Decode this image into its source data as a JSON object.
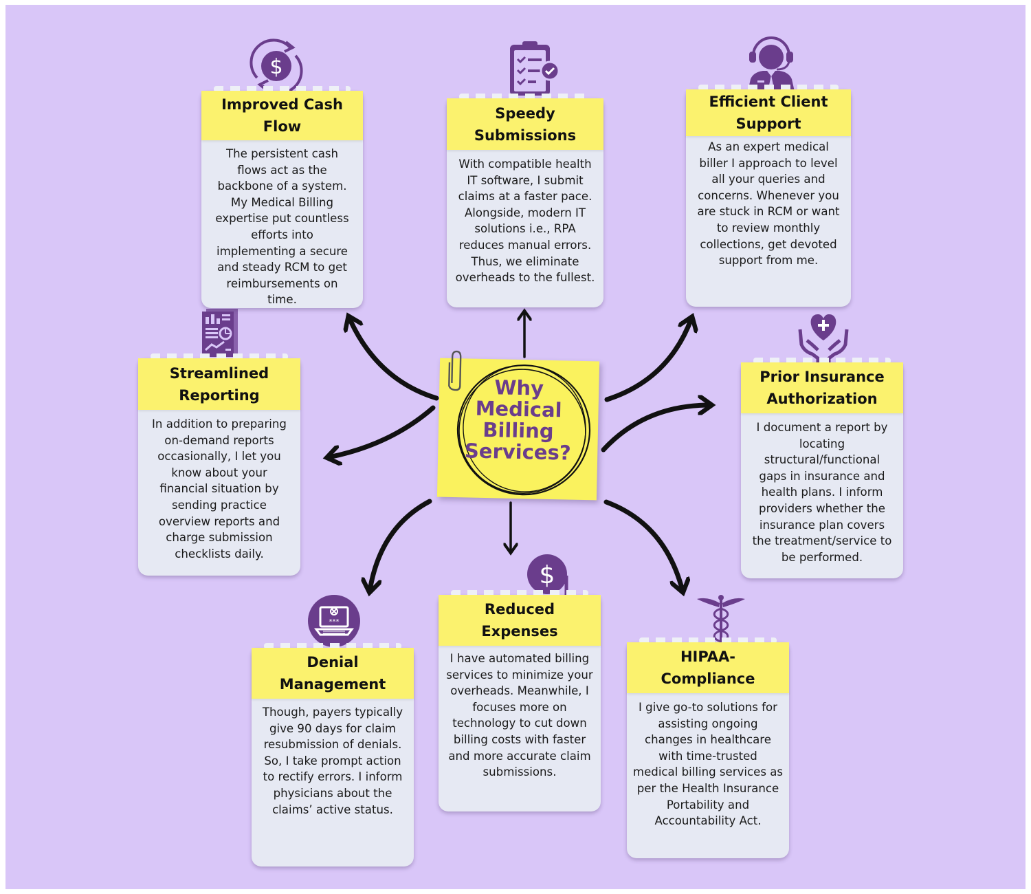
{
  "colors": {
    "background": "#d9c6f8",
    "card_body": "#e6e9f3",
    "card_header": "#fbf26e",
    "icon_purple": "#6a3d8c",
    "center_note": "#faf25e",
    "center_text": "#6a3d8c",
    "arrow": "#111111"
  },
  "center": {
    "title_lines": [
      "Why",
      "Medical",
      "Billing",
      "Services?"
    ]
  },
  "cards": [
    {
      "id": "improved-cash-flow",
      "icon": "dollar-cycle-icon",
      "title_lines": [
        "Improved Cash",
        "Flow"
      ],
      "body_lines": [
        "The persistent cash",
        "flows act as the",
        "backbone of a system.",
        "My Medical Billing",
        "expertise put countless",
        "efforts into",
        "implementing a secure",
        "and steady RCM to get",
        "reimbursements on",
        "time."
      ]
    },
    {
      "id": "speedy-submissions",
      "icon": "clipboard-check-icon",
      "title_lines": [
        "Speedy",
        "Submissions"
      ],
      "body_lines": [
        "With compatible health",
        "IT software, I submit",
        "claims at a faster pace.",
        "Alongside, modern IT",
        "solutions i.e., RPA",
        "reduces manual errors.",
        "Thus, we eliminate",
        "overheads to the fullest."
      ]
    },
    {
      "id": "efficient-client-support",
      "icon": "headset-agent-icon",
      "title_lines": [
        "Efficient Client",
        "Support"
      ],
      "body_lines": [
        "As an expert medical",
        "biller I approach to level",
        "all your queries and",
        "concerns. Whenever you",
        "are stuck in RCM or want",
        "to review monthly",
        "collections, get devoted",
        "support from me."
      ]
    },
    {
      "id": "streamlined-reporting",
      "icon": "report-chart-icon",
      "title_lines": [
        "Streamlined",
        "Reporting"
      ],
      "body_lines": [
        "In addition to preparing",
        "on-demand reports",
        "occasionally, I let you",
        "know about your",
        "financial situation by",
        "sending practice",
        "overview reports and",
        "charge submission",
        "checklists daily."
      ]
    },
    {
      "id": "prior-insurance-authorization",
      "icon": "heart-hands-icon",
      "title_lines": [
        "Prior Insurance",
        "Authorization"
      ],
      "body_lines": [
        "I document a report by",
        "locating",
        "structural/functional",
        "gaps in insurance and",
        "health plans. I inform",
        "providers whether the",
        "insurance plan covers",
        "the treatment/service to",
        "be performed."
      ]
    },
    {
      "id": "denial-management",
      "icon": "laptop-denied-icon",
      "title_lines": [
        "Denial",
        "Management"
      ],
      "body_lines": [
        "Though, payers typically",
        "give 90 days for claim",
        "resubmission of denials.",
        "So, I take prompt action",
        "to rectify errors. I inform",
        "physicians about the",
        "claims’ active status."
      ]
    },
    {
      "id": "reduced-expenses",
      "icon": "dollar-down-icon",
      "title_lines": [
        "Reduced",
        "Expenses"
      ],
      "body_lines": [
        "I have automated billing",
        "services to minimize your",
        "overheads. Meanwhile, I",
        "focuses more on",
        "technology to cut down",
        "billing costs with faster",
        "and more accurate claim",
        "submissions."
      ]
    },
    {
      "id": "hipaa-compliance",
      "icon": "caduceus-icon",
      "title_lines": [
        "HIPAA-",
        "Compliance"
      ],
      "body_lines": [
        "I give go-to solutions for",
        "assisting ongoing",
        "changes in healthcare",
        "with time-trusted",
        "medical billing services as",
        "per the Health Insurance",
        "Portability and",
        "Accountability Act."
      ]
    }
  ]
}
